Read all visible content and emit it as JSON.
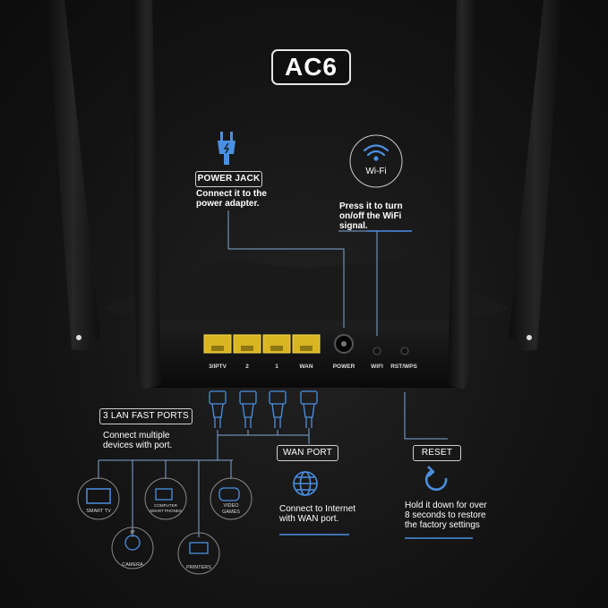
{
  "model": "AC6",
  "power_jack": {
    "title": "POWER JACK",
    "desc_line1": "Connect it to the",
    "desc_line2": "power adapter.",
    "icon": "plug-icon"
  },
  "wifi": {
    "badge": "Wi-Fi",
    "desc_line1": "Press it to turn",
    "desc_line2": "on/off the WiFi",
    "desc_line3": "signal.",
    "icon": "wifi-icon"
  },
  "ports": {
    "lan3": "3/IPTV",
    "lan2": "2",
    "lan1": "1",
    "wan": "WAN",
    "power": "POWER",
    "wifi": "WIFI",
    "rst": "RST/WPS"
  },
  "lan_section": {
    "title": "3 LAN FAST PORTS",
    "desc_line1": "Connect multiple",
    "desc_line2": "devices with port."
  },
  "wan_section": {
    "title": "WAN PORT",
    "desc_line1": "Connect to Internet",
    "desc_line2": "with WAN port.",
    "icon": "globe-icon"
  },
  "reset_section": {
    "title": "RESET",
    "desc_line1": "Hold it down for over",
    "desc_line2": "8 seconds to restore",
    "desc_line3": "the factory settings",
    "icon": "reset-icon"
  },
  "devices": {
    "smart_tv": "SMART TV",
    "computer_line1": "COMPUTER",
    "computer_line2": "SMART PHONES",
    "video_games_line1": "VIDEO",
    "video_games_line2": "GAMES",
    "ip": "IP",
    "camera": "CAMERA",
    "printers": "PRINTERS"
  },
  "colors": {
    "accent_blue": "#4a90e2",
    "line_blue": "#7fa7d6",
    "port_yellow": "#d9b521",
    "background": "#141414"
  }
}
